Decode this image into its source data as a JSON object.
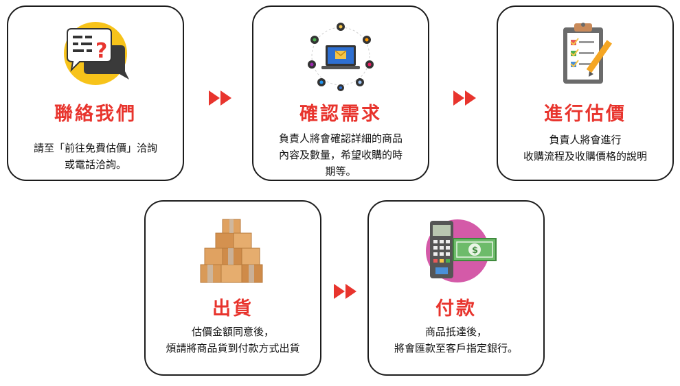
{
  "steps": [
    {
      "title": "聯絡我們",
      "desc_lines": [
        "請至「前往免費估價」洽詢",
        "或電話洽詢。"
      ],
      "icon": "speech-bubble-question-icon"
    },
    {
      "title": "確認需求",
      "desc_lines": [
        "負責人將會確認詳細的商品",
        "內容及數量，希望收購的時",
        "期等。"
      ],
      "icon": "laptop-email-network-icon"
    },
    {
      "title": "進行估價",
      "desc_lines": [
        "負責人將會進行",
        "收購流程及收購價格的說明"
      ],
      "icon": "clipboard-checklist-icon"
    },
    {
      "title": "出貨",
      "desc_lines": [
        "估價金額同意後，",
        "煩請將商品貨到付款方式出貨"
      ],
      "icon": "stacked-boxes-icon"
    },
    {
      "title": "付款",
      "desc_lines": [
        "商品抵達後，",
        "將會匯款至客戶指定銀行。"
      ],
      "icon": "payment-terminal-cash-icon"
    }
  ],
  "colors": {
    "accent": "#e8342d",
    "border": "#1c1c1c",
    "text": "#111111"
  }
}
